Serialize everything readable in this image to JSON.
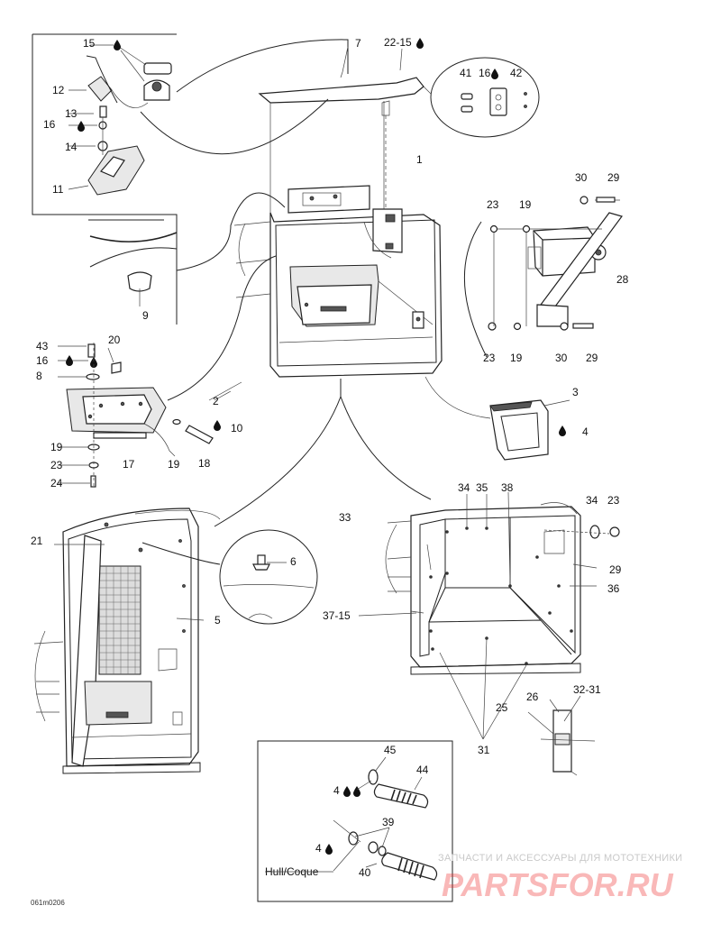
{
  "diagram": {
    "drawing_code": "061m0206",
    "watermark": {
      "caption": "ЗАПЧАСТИ И АКСЕССУАРЫ ДЛЯ МОТОТЕХНИКИ",
      "logo": "PARTSFOR.RU"
    },
    "callouts": {
      "c1": "1",
      "c2": "2",
      "c3": "3",
      "c4": "4",
      "c4b": "4",
      "c4c": "4",
      "c5": "5",
      "c6": "6",
      "c7": "7",
      "c8": "8",
      "c9": "9",
      "c10": "10",
      "c11": "11",
      "c12": "12",
      "c13": "13",
      "c14": "14",
      "c15": "15",
      "c16a": "16",
      "c16b": "16",
      "c16c": "16",
      "c17": "17",
      "c18": "18",
      "c19a": "19",
      "c19b": "19",
      "c19c": "19",
      "c19d": "19",
      "c20": "20",
      "c21": "21",
      "c22_15": "22-15",
      "c23a": "23",
      "c23b": "23",
      "c23c": "23",
      "c23d": "23",
      "c24": "24",
      "c25": "25",
      "c26": "26",
      "c28": "28",
      "c29a": "29",
      "c29b": "29",
      "c29c": "29",
      "c30a": "30",
      "c30b": "30",
      "c31": "31",
      "c32_31": "32-31",
      "c33": "33",
      "c34a": "34",
      "c34b": "34",
      "c35": "35",
      "c36": "36",
      "c37_15": "37-15",
      "c38": "38",
      "c39": "39",
      "c40": "40",
      "c41": "41",
      "c42": "42",
      "c43": "43",
      "c44": "44",
      "c45": "45",
      "hull_coque": "Hull/Coque"
    }
  }
}
